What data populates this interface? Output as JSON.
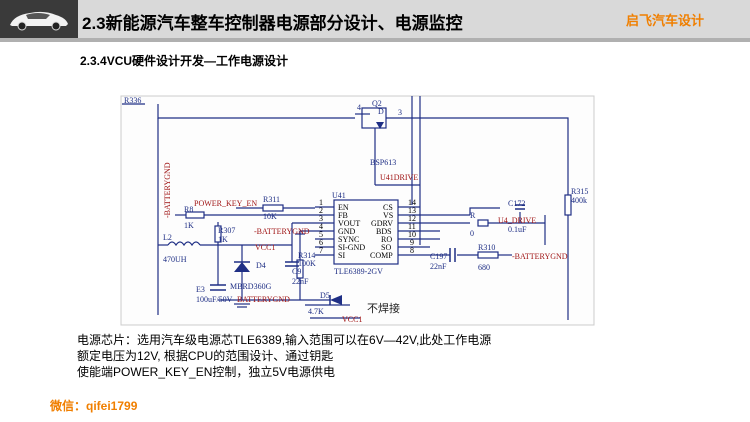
{
  "header": {
    "title": "2.3新能源汽车整车控制器电源部分设计、电源监控",
    "brand": "启飞汽车设计"
  },
  "subtitle": "2.3.4VCU硬件设计开发—工作电源设计",
  "schematic": {
    "ic_ref": "U41",
    "ic_part": "TLE6389-2GV",
    "pins_left": [
      {
        "num": "1",
        "name": "EN"
      },
      {
        "num": "2",
        "name": "FB"
      },
      {
        "num": "3",
        "name": "VOUT"
      },
      {
        "num": "4",
        "name": "GND"
      },
      {
        "num": "5",
        "name": "SYNC"
      },
      {
        "num": "6",
        "name": "SI-GND"
      },
      {
        "num": "7",
        "name": "SI"
      }
    ],
    "pins_right": [
      {
        "num": "14",
        "name": "CS"
      },
      {
        "num": "13",
        "name": "VS"
      },
      {
        "num": "12",
        "name": "GDRV"
      },
      {
        "num": "11",
        "name": "BDS"
      },
      {
        "num": "10",
        "name": "RO"
      },
      {
        "num": "9",
        "name": "SO"
      },
      {
        "num": "8",
        "name": "COMP"
      }
    ],
    "labels": {
      "r336": "R336",
      "q2": "Q2",
      "q2_part": "BSP613",
      "q2_pin4": "4",
      "q2_pin3": "3",
      "q2_pin_d": "D",
      "u41drive": "U41DRIVE",
      "batterygnd_v": "-BATTERYGND",
      "power_key_en": "POWER_KEY_EN",
      "r311": "R311",
      "r311_val": "10K",
      "r8": "R8",
      "r8_val": "1K",
      "r307": "R307",
      "r307_val": "1K",
      "batterygnd_mid": "-BATTERYGND",
      "vcc1_a": "VCC1",
      "l2": "L2",
      "l2_val": "470UH",
      "d4": "D4",
      "d4_part": "MBRD360G",
      "e3": "E3",
      "e3_val": "100uF/50V",
      "batterygnd_bot": "BATTERYGND",
      "c9": "C9",
      "c9_val": "22nF",
      "r314": "R314",
      "r314_val": "100K",
      "d5": "D5",
      "d5_val": "4.7K",
      "vcc1_b": "VCC1",
      "no_solder": "不焊接",
      "c172": "C172",
      "c172_val": "0.1uF",
      "u4drive": "U4_DRIVE",
      "r_small": "R",
      "r_small_val": "0",
      "r310": "R310",
      "r310_val": "680",
      "c197": "C197",
      "c197_val": "22nF",
      "batterygnd_right": "-BATTERYGND",
      "r315": "R315",
      "r315_val": "400k"
    }
  },
  "description": {
    "line1": "电源芯片：选用汽车级电源芯TLE6389,输入范围可以在6V—42V,此处工作电源",
    "line2": "额定电压为12V, 根据CPU的范围设计、通过钥匙",
    "line3": "使能端POWER_KEY_EN控制，独立5V电源供电"
  },
  "footer": {
    "wechat": "微信：qifei1799"
  },
  "colors": {
    "wire": "#1f2f85",
    "label_red": "#a01515",
    "brand_orange": "#f07f00"
  }
}
